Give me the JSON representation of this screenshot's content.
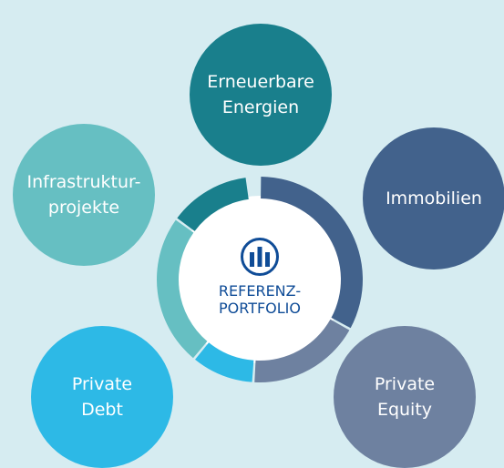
{
  "bubbles": {
    "erneuerbare": {
      "lines": [
        "Erneuerbare",
        "Energien"
      ],
      "color": "#197f8c"
    },
    "immobilien": {
      "lines": [
        "Immobilien"
      ],
      "color": "#42628c"
    },
    "private_equity": {
      "lines": [
        "Private",
        "Equity"
      ],
      "color": "#6e81a0"
    },
    "private_debt": {
      "lines": [
        "Private",
        "Debt"
      ],
      "color": "#2db9e6"
    },
    "infrastruktur": {
      "lines": [
        "Infrastruktur-",
        "projekte"
      ],
      "color": "#66bfc2"
    }
  },
  "portfolio": {
    "lines": [
      "REFERENZ-",
      "PORTFOLIO"
    ],
    "logo_icon": "allianz-eagle-logo",
    "text_color": "#0f4c97"
  },
  "ring_segments": [
    {
      "name": "Immobilien",
      "share": 0.33,
      "color": "#42628c"
    },
    {
      "name": "Private Equity",
      "share": 0.18,
      "color": "#6e81a0"
    },
    {
      "name": "Private Debt",
      "share": 0.1,
      "color": "#2db9e6"
    },
    {
      "name": "Infrastrukturprojekte",
      "share": 0.24,
      "color": "#66bfc2"
    },
    {
      "name": "Erneuerbare Energien",
      "share": 0.13,
      "color": "#197f8c"
    }
  ]
}
